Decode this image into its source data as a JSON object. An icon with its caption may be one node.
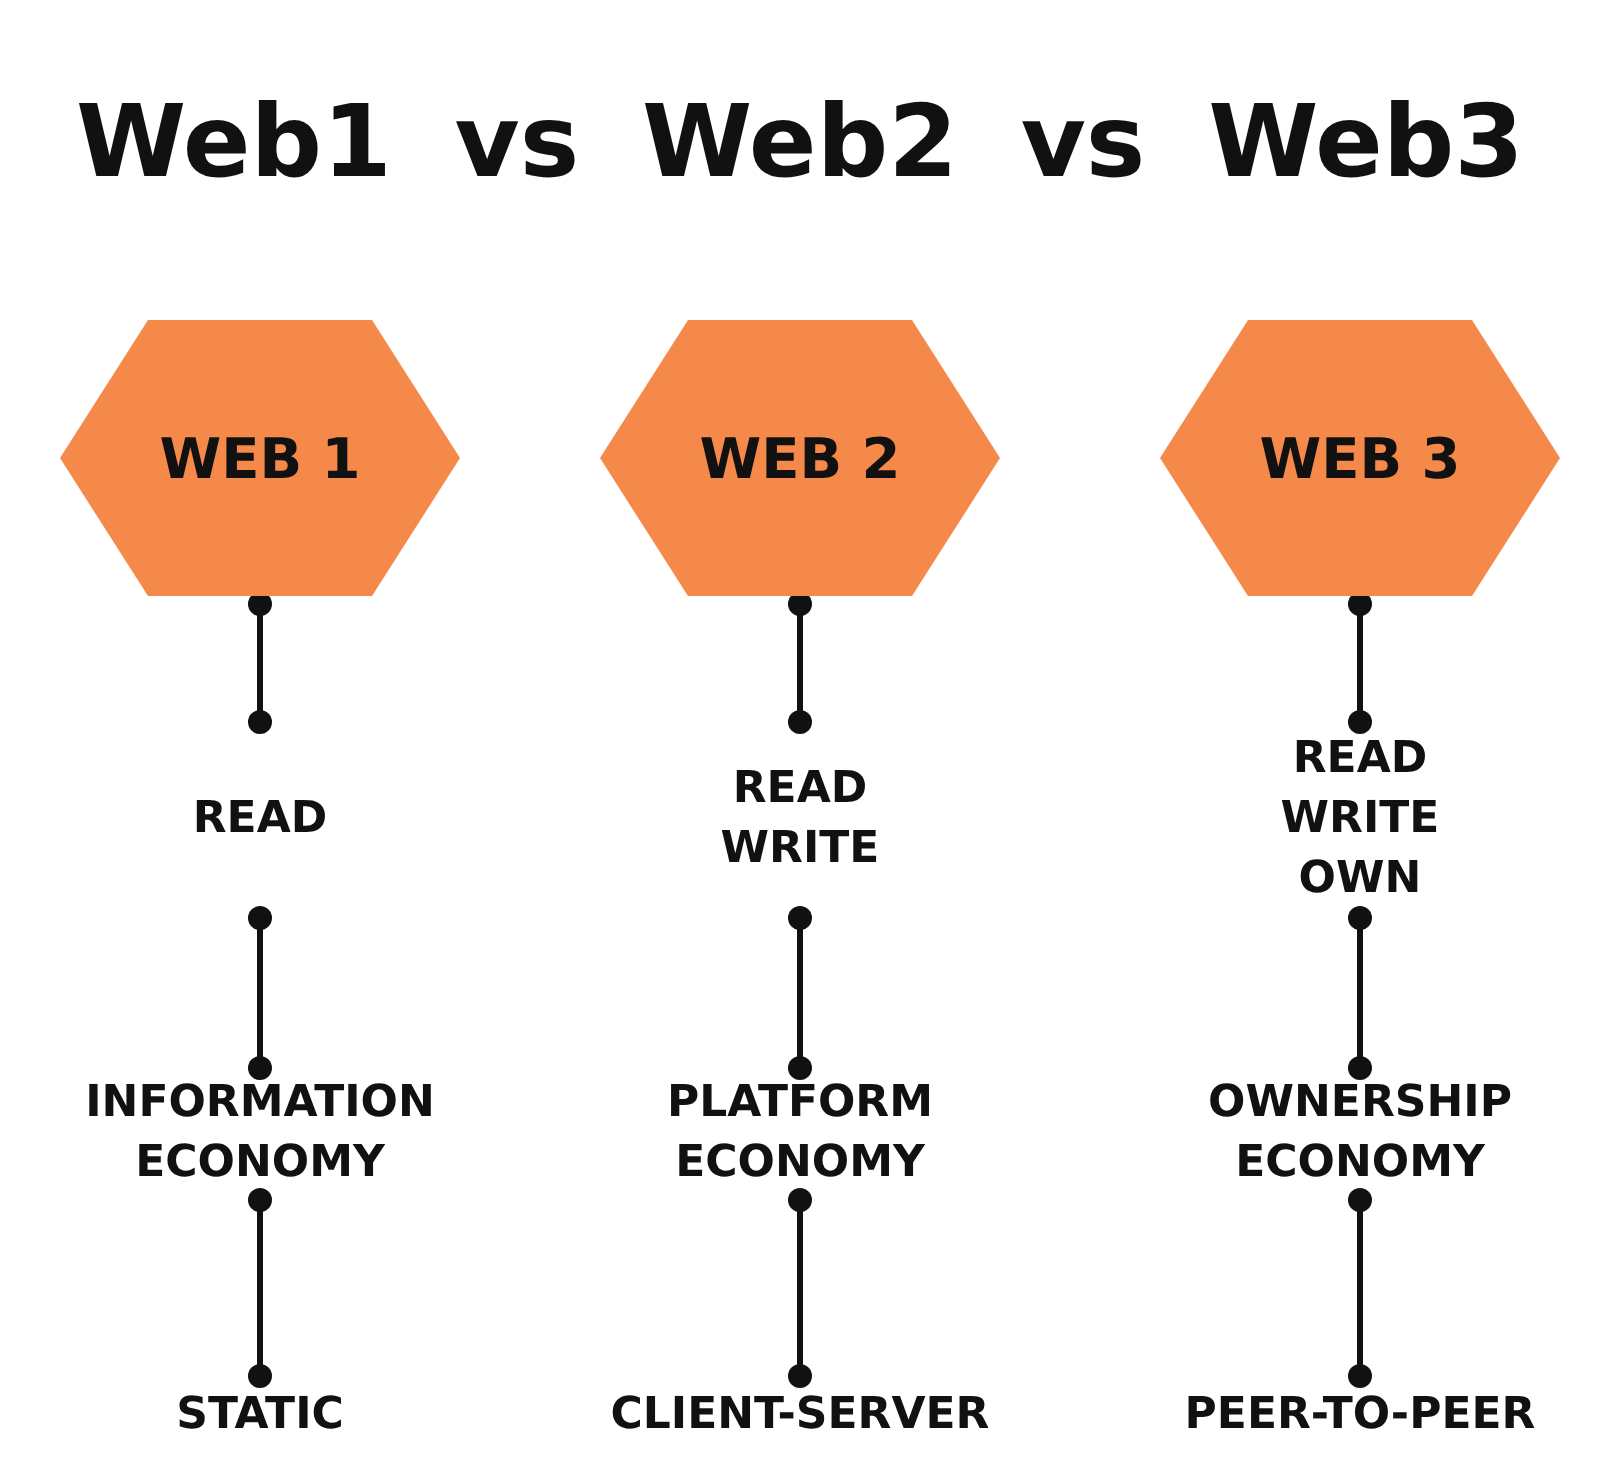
{
  "diagram": {
    "title": "Web1 vs Web2 vs Web3",
    "nodes": [
      {
        "text": [
          "WEB 1"
        ]
      },
      {
        "text": [
          "READ"
        ]
      },
      {
        "text": [
          "INFORMATION ECONOMY"
        ]
      },
      {
        "text": [
          "STATIC"
        ]
      },
      {
        "text": [
          "WEB 2"
        ]
      },
      {
        "text": [
          "READ WRITE"
        ]
      },
      {
        "text": [
          "PLATFORM ECONOMY"
        ]
      },
      {
        "text": [
          "CLIENT-SERVER"
        ]
      },
      {
        "text": [
          "WEB 3"
        ]
      },
      {
        "text": [
          "READ WRITE OWN"
        ]
      },
      {
        "text": [
          "OWNERSHIP ECONOMY"
        ]
      },
      {
        "text": [
          "PEER-TO-PEER"
        ]
      }
    ],
    "edges": [
      {
        "from": 0,
        "to": 1,
        "arrow": "other"
      },
      {
        "from": 1,
        "to": 2,
        "arrow": "other"
      },
      {
        "from": 2,
        "to": 3,
        "arrow": "other"
      },
      {
        "from": 4,
        "to": 5,
        "arrow": "other"
      },
      {
        "from": 5,
        "to": 6,
        "arrow": "other"
      },
      {
        "from": 6,
        "to": 7,
        "arrow": "other"
      },
      {
        "from": 8,
        "to": 9,
        "arrow": "other"
      },
      {
        "from": 9,
        "to": 10,
        "arrow": "other"
      },
      {
        "from": 10,
        "to": 11,
        "arrow": "other"
      }
    ]
  }
}
